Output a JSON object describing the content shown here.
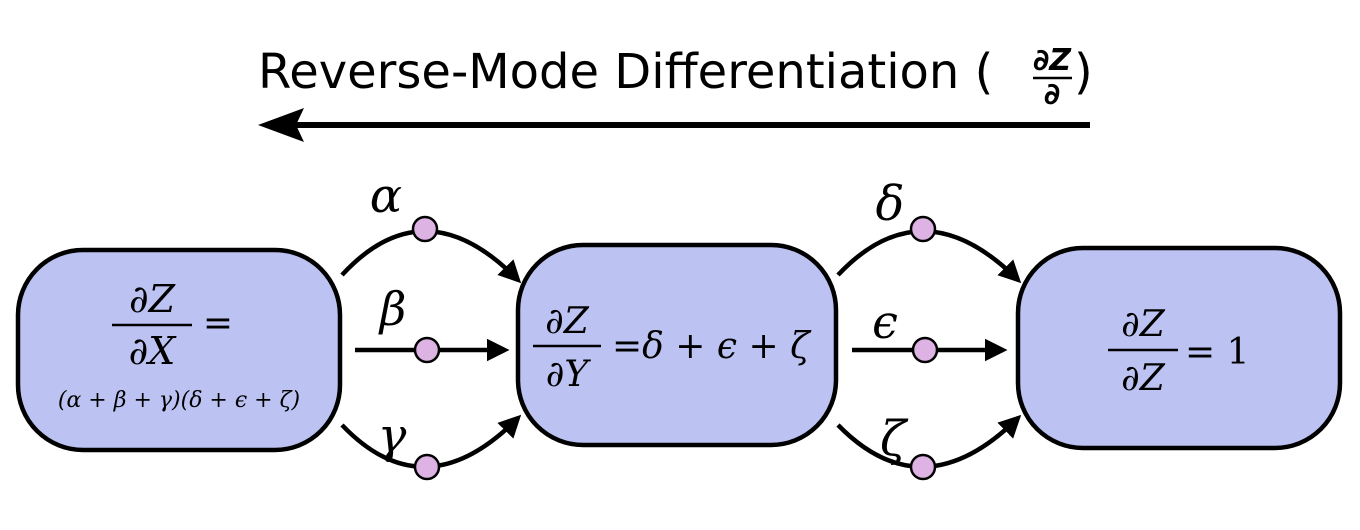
{
  "title": {
    "text": "Reverse-Mode Differentiation (",
    "frac_num": "∂Z",
    "frac_den": "∂",
    "close": ")"
  },
  "colors": {
    "node_fill": "#bcc3f2",
    "dot_fill": "#ddb3e3",
    "stroke": "#000000"
  },
  "nodes": [
    {
      "id": "x",
      "frac_num": "∂Z",
      "frac_den": "∂X",
      "rhs": "=",
      "expr": "(α + β + γ)(δ + ϵ + ζ)"
    },
    {
      "id": "y",
      "frac_num": "∂Z",
      "frac_den": "∂Y",
      "rhs": "=δ + ϵ + ζ"
    },
    {
      "id": "z",
      "frac_num": "∂Z",
      "frac_den": "∂Z",
      "rhs": "= 1"
    }
  ],
  "edges": [
    {
      "label": "α",
      "from": "x",
      "to": "y",
      "shape": "arc-up"
    },
    {
      "label": "β",
      "from": "x",
      "to": "y",
      "shape": "straight"
    },
    {
      "label": "γ",
      "from": "x",
      "to": "y",
      "shape": "arc-down"
    },
    {
      "label": "δ",
      "from": "y",
      "to": "z",
      "shape": "arc-up"
    },
    {
      "label": "ϵ",
      "from": "y",
      "to": "z",
      "shape": "straight"
    },
    {
      "label": "ζ",
      "from": "y",
      "to": "z",
      "shape": "arc-down"
    }
  ],
  "direction_arrow": "right-to-left"
}
